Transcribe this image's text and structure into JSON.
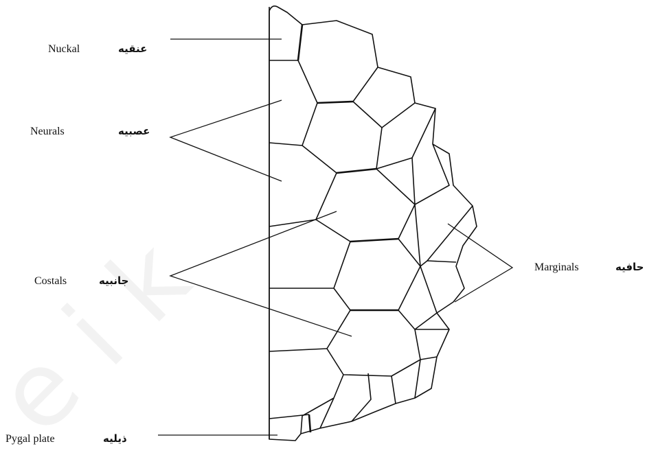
{
  "diagram": {
    "labels": {
      "nuckal": {
        "en": "Nuckal",
        "ar": "عنقيه"
      },
      "neurals": {
        "en": "Neurals",
        "ar": "عصبيه"
      },
      "costals": {
        "en": "Costals",
        "ar": "جانبيه"
      },
      "marginals": {
        "en": "Marginals",
        "ar": "حافيه"
      },
      "pygal": {
        "en": "Pygal plate",
        "ar": "ذيليه"
      }
    },
    "watermark": "e i k"
  }
}
